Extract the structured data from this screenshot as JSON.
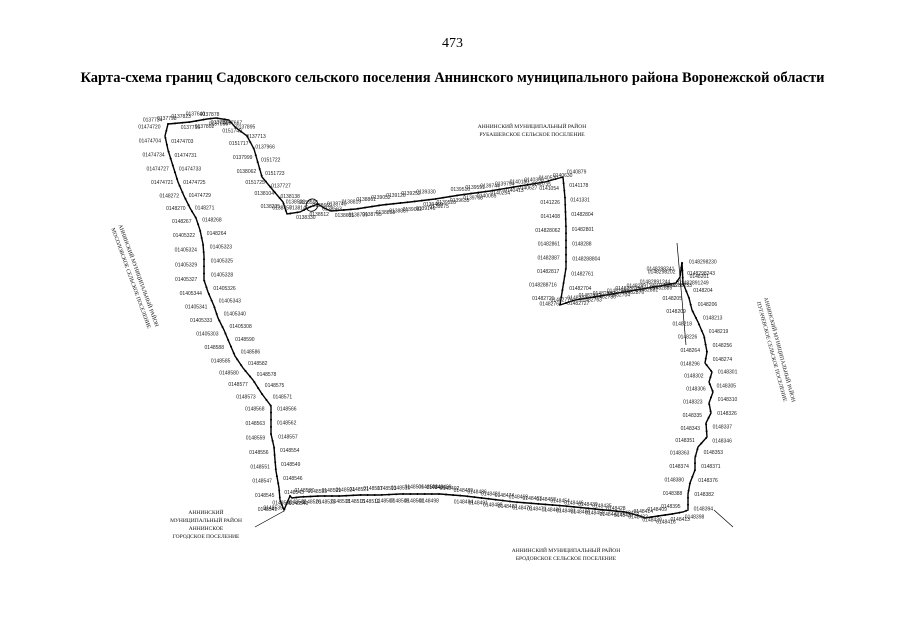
{
  "page_number": "473",
  "title": "Карта-схема границ Садовского сельского поселения Аннинского муниципального района Воронежской области",
  "neighbors": {
    "north": [
      "АННИНСКИЙ МУНИЦИПАЛЬНЫЙ РАЙОН",
      "РУБАШЕВСКОЕ СЕЛЬСКОЕ ПОСЕЛЕНИЕ"
    ],
    "west": [
      "АННИНСКИЙ МУНИЦИПАЛЬНЫЙ РАЙОН",
      "МОСОЛОВСКОЕ СЕЛЬСКОЕ ПОСЕЛЕНИЕ"
    ],
    "east": [
      "АННИНСКИЙ МУНИЦИПАЛЬНЫЙ РАЙОН",
      "ПУГАЧЕВСКОЕ СЕЛЬСКОЕ ПОСЕЛЕНИЕ"
    ],
    "southwest": [
      "АННИНСКИЙ",
      "МУНИЦИПАЛЬНЫЙ РАЙОН",
      "АННИНСКОЕ",
      "ГОРОДСКОЕ ПОСЕЛЕНИЕ"
    ],
    "south": [
      "АННИНСКИЙ МУНИЦИПАЛЬНЫЙ РАЙОН",
      "БРОДОВСКОЕ СЕЛЬСКОЕ ПОСЕЛЕНИЕ"
    ]
  },
  "point_labels": [
    "0137734",
    "0137716",
    "0137798",
    "0137802",
    "0137823",
    "0137856",
    "0137640",
    "0137667",
    "0137878",
    "0137895",
    "0137924",
    "0137713",
    "0151749",
    "0137966",
    "0151717",
    "0151722",
    "0137999",
    "0151723",
    "0138062",
    "0137727",
    "0151725",
    "0138138",
    "0138104",
    "0138149",
    "0138235",
    "0138330",
    "0138457",
    "0138512",
    "0138536",
    "0138563",
    "0138566",
    "0138655",
    "0138669",
    "0138739",
    "0138740",
    "0138795",
    "0138819",
    "0138858",
    "0138861",
    "0138887",
    "0139052",
    "0139082",
    "0139126",
    "0139146",
    "0139252",
    "0139275",
    "0139330",
    "0139460",
    "0139516",
    "0139528",
    "0139591",
    "0139635",
    "0139744",
    "0139768",
    "0139794",
    "0140065",
    "0140180",
    "0140254",
    "0140360",
    "0140413",
    "0140520",
    "0140627",
    "0140630",
    "0140735",
    "0140879",
    "0141054",
    "0141178",
    "0141226",
    "0141331",
    "0141408",
    "01482804",
    "014828062",
    "01482801",
    "01482861",
    "0148288",
    "01482887",
    "0148288804",
    "01482817",
    "01482761",
    "0148288716",
    "01482704",
    "01482721",
    "01482727",
    "0148276",
    "01482763",
    "01482776",
    "01482786",
    "0148274",
    "01482704",
    "01482872",
    "01482876",
    "01482880",
    "01482881",
    "01482883",
    "01482885",
    "0148288250",
    "0148288253",
    "01482891246",
    "01482891249",
    "01482891244",
    "0148298243",
    "0148298241",
    "0148298230",
    "0148298202",
    "0148201",
    "0148203",
    "0148204",
    "0148205",
    "0148206",
    "0148209",
    "0148213",
    "0148218",
    "0148219",
    "0148226",
    "0148256",
    "0148264",
    "0148274",
    "0148296",
    "0148301",
    "0148302",
    "0148305",
    "0148306",
    "0148310",
    "0148323",
    "0148326",
    "0148335",
    "0148337",
    "0148343",
    "0148346",
    "0148351",
    "0148353",
    "0148363",
    "0148371",
    "0148374",
    "0148376",
    "0148380",
    "0148382",
    "0148388",
    "0148394",
    "0148395",
    "0148398",
    "0148409",
    "0148413",
    "0148414",
    "0148416",
    "0148419",
    "0148420",
    "0148428",
    "0148433",
    "0148435",
    "0148437",
    "0148439",
    "0148442",
    "0148446",
    "0148450",
    "0148454",
    "0148456",
    "0148458",
    "0148461",
    "0148463",
    "0148466",
    "0148469",
    "0148471",
    "0148474",
    "0148478",
    "0148481",
    "0148483",
    "0148486",
    "0148488",
    "0148489",
    "0148491",
    "0148492",
    "0148494",
    "0148496",
    "0148498",
    "0148499",
    "0148501",
    "0148503",
    "0148505",
    "0148506",
    "0148507",
    "0148510",
    "0148512",
    "0148513",
    "0148515",
    "0148517",
    "0148518",
    "0148521",
    "0148523",
    "0148524",
    "0148526",
    "0148529",
    "0148530",
    "0148533",
    "0148536",
    "0148537",
    "0148539",
    "0148540",
    "0148541",
    "0148543",
    "0148545",
    "0148546",
    "0148547",
    "0148549",
    "0148551",
    "0148554",
    "0148556",
    "0148557",
    "0148559",
    "0148562",
    "0148563",
    "0148566",
    "0148568",
    "0148571",
    "0148573",
    "0148575",
    "0148577",
    "0148578",
    "0148580",
    "0148582",
    "0148585",
    "0148586",
    "0148588",
    "0148590",
    "01405303",
    "01405308",
    "01405333",
    "01405340",
    "01405341",
    "01405343",
    "01405344",
    "01405326",
    "01405327",
    "01405328",
    "01405329",
    "01405325",
    "01405324",
    "01405323",
    "01405322",
    "0148264",
    "0148267",
    "0148268",
    "0148270",
    "0148271",
    "0148272",
    "01474729",
    "01474721",
    "01474725",
    "01474727",
    "01474733",
    "01474734",
    "01474731",
    "01474704",
    "01474703",
    "01474720"
  ],
  "icons": {
    "boundary": "boundary-line",
    "point": "turning-point-marker"
  }
}
